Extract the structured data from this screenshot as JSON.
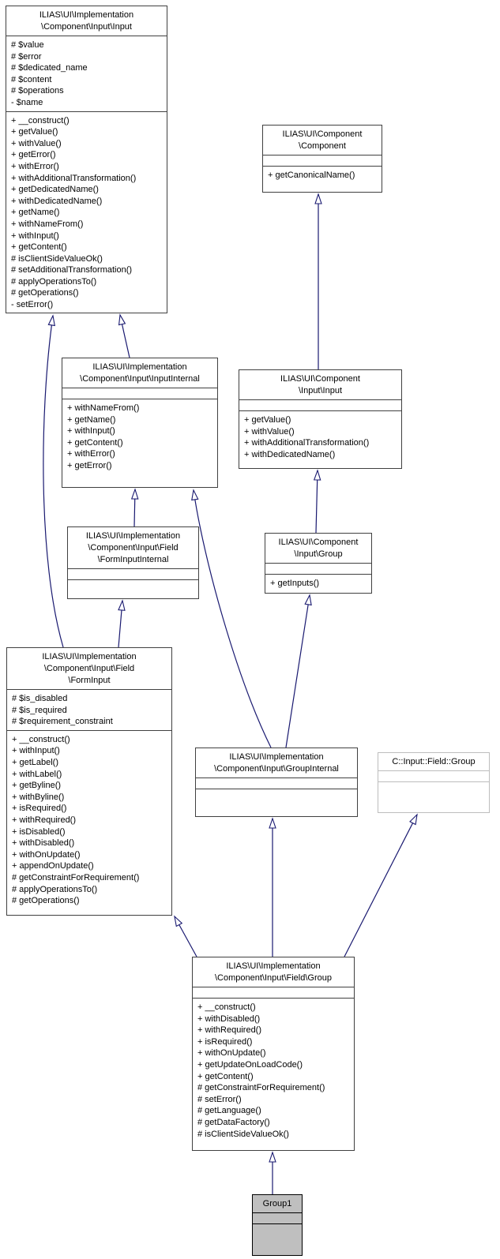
{
  "diagram": {
    "type": "uml-class-inheritance-graph",
    "edge_color": "#191970",
    "box_border_color": "#404040",
    "external_border_color": "#bdbdbd",
    "instance_fill_color": "#bfbfbf"
  },
  "classes": {
    "input_impl": {
      "title_lines": [
        "ILIAS\\UI\\Implementation",
        "\\Component\\Input\\Input"
      ],
      "attributes": [
        "# $value",
        "# $error",
        "# $dedicated_name",
        "# $content",
        "# $operations",
        "- $name"
      ],
      "methods": [
        "+ __construct()",
        "+ getValue()",
        "+ withValue()",
        "+ getError()",
        "+ withError()",
        "+ withAdditionalTransformation()",
        "+ getDedicatedName()",
        "+ withDedicatedName()",
        "+ getName()",
        "+ withNameFrom()",
        "+ withInput()",
        "+ getContent()",
        "# isClientSideValueOk()",
        "# setAdditionalTransformation()",
        "# applyOperationsTo()",
        "# getOperations()",
        "- setError()"
      ]
    },
    "component": {
      "title_lines": [
        "ILIAS\\UI\\Component",
        "\\Component"
      ],
      "attributes": [],
      "methods": [
        "+ getCanonicalName()"
      ]
    },
    "input_internal": {
      "title_lines": [
        "ILIAS\\UI\\Implementation",
        "\\Component\\Input\\InputInternal"
      ],
      "attributes": [],
      "methods": [
        "+ withNameFrom()",
        "+ getName()",
        "+ withInput()",
        "+ getContent()",
        "+ withError()",
        "+ getError()"
      ]
    },
    "input_iface": {
      "title_lines": [
        "ILIAS\\UI\\Component",
        "\\Input\\Input"
      ],
      "attributes": [],
      "methods": [
        "+ getValue()",
        "+ withValue()",
        "+ withAdditionalTransformation()",
        "+ withDedicatedName()"
      ]
    },
    "form_input_internal": {
      "title_lines": [
        "ILIAS\\UI\\Implementation",
        "\\Component\\Input\\Field",
        "\\FormInputInternal"
      ],
      "attributes": [],
      "methods": []
    },
    "group_iface": {
      "title_lines": [
        "ILIAS\\UI\\Component",
        "\\Input\\Group"
      ],
      "attributes": [],
      "methods": [
        "+ getInputs()"
      ]
    },
    "form_input": {
      "title_lines": [
        "ILIAS\\UI\\Implementation",
        "\\Component\\Input\\Field",
        "\\FormInput"
      ],
      "attributes": [
        "# $is_disabled",
        "# $is_required",
        "# $requirement_constraint"
      ],
      "methods": [
        "+ __construct()",
        "+ withInput()",
        "+ getLabel()",
        "+ withLabel()",
        "+ getByline()",
        "+ withByline()",
        "+ isRequired()",
        "+ withRequired()",
        "+ isDisabled()",
        "+ withDisabled()",
        "+ withOnUpdate()",
        "+ appendOnUpdate()",
        "# getConstraintForRequirement()",
        "# applyOperationsTo()",
        "# getOperations()"
      ]
    },
    "group_internal": {
      "title_lines": [
        "ILIAS\\UI\\Implementation",
        "\\Component\\Input\\GroupInternal"
      ],
      "attributes": [],
      "methods": []
    },
    "c_group": {
      "title_lines": [
        "C::Input::Field::Group"
      ],
      "attributes": [],
      "methods": []
    },
    "field_group": {
      "title_lines": [
        "ILIAS\\UI\\Implementation",
        "\\Component\\Input\\Field\\Group"
      ],
      "attributes": [],
      "methods": [
        "+ __construct()",
        "+ withDisabled()",
        "+ withRequired()",
        "+ isRequired()",
        "+ withOnUpdate()",
        "+ getUpdateOnLoadCode()",
        "+ getContent()",
        "# getConstraintForRequirement()",
        "# setError()",
        "# getLanguage()",
        "# getDataFactory()",
        "# isClientSideValueOk()"
      ]
    },
    "group1": {
      "title_lines": [
        "Group1"
      ],
      "attributes": [],
      "methods": []
    }
  }
}
